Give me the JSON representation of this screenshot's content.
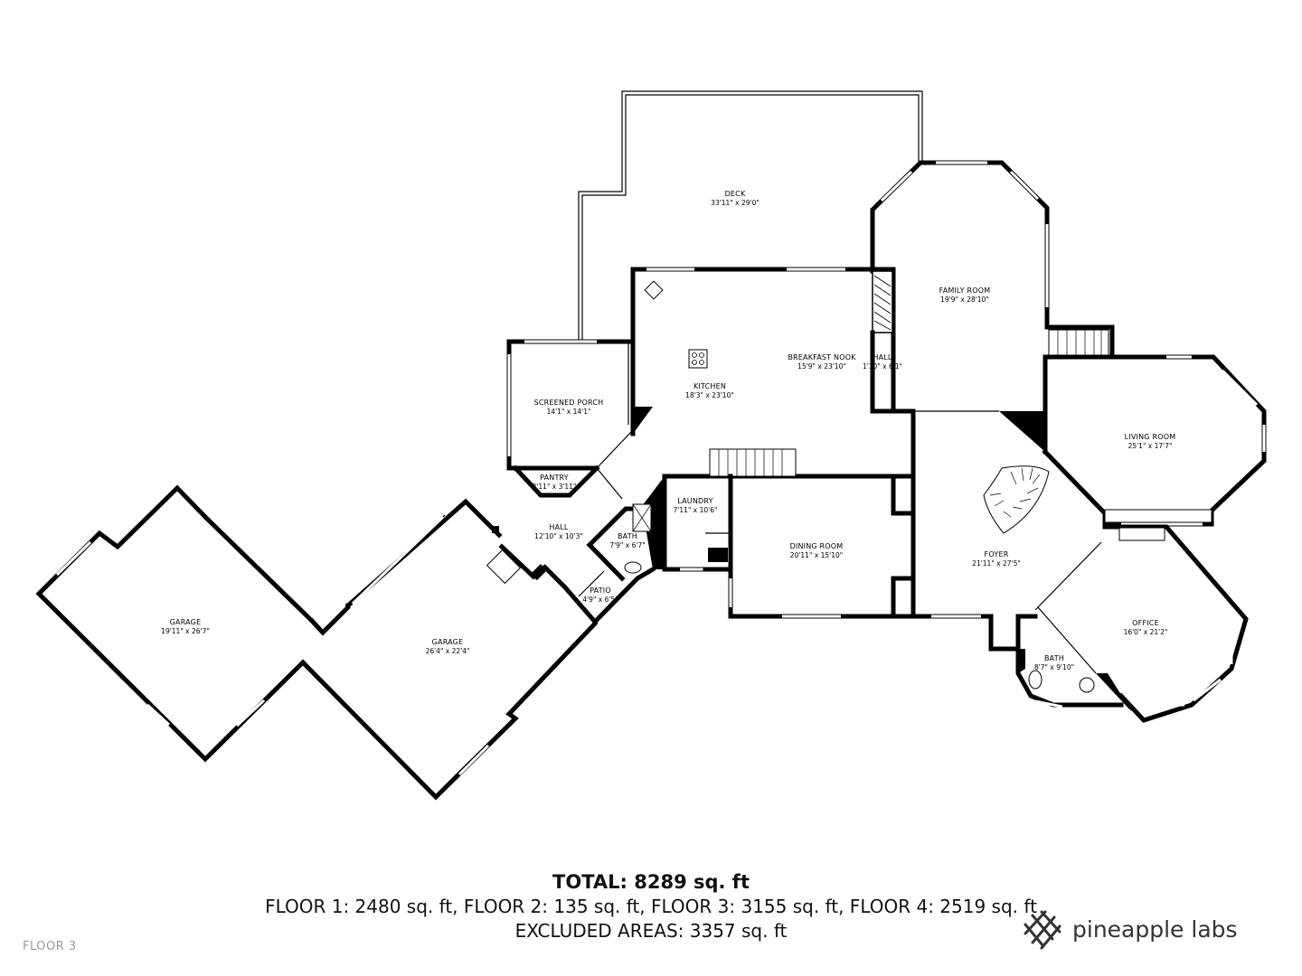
{
  "rooms": {
    "deck": {
      "name": "DECK",
      "dim": "33'11\" x 29'0\""
    },
    "family_room": {
      "name": "FAMILY ROOM",
      "dim": "19'9\" x 28'10\""
    },
    "breakfast_nook": {
      "name": "BREAKFAST NOOK",
      "dim": "15'9\" x 23'10\""
    },
    "hall_small": {
      "name": "HALL",
      "dim": "1'10\" x 6'1\""
    },
    "kitchen": {
      "name": "KITCHEN",
      "dim": "18'3\" x 23'10\""
    },
    "screened_porch": {
      "name": "SCREENED PORCH",
      "dim": "14'1\" x 14'1\""
    },
    "living_room": {
      "name": "LIVING ROOM",
      "dim": "25'1\" x 17'7\""
    },
    "pantry": {
      "name": "PANTRY",
      "dim": "3'11\" x 3'11\""
    },
    "laundry": {
      "name": "LAUNDRY",
      "dim": "7'11\" x 10'6\""
    },
    "hall": {
      "name": "HALL",
      "dim": "12'10\" x 10'3\""
    },
    "bath_left": {
      "name": "BATH",
      "dim": "7'9\" x 6'7\""
    },
    "dining_room": {
      "name": "DINING ROOM",
      "dim": "20'11\" x 15'10\""
    },
    "foyer": {
      "name": "FOYER",
      "dim": "21'11\" x 27'5\""
    },
    "patio": {
      "name": "PATIO",
      "dim": "4'9\" x 6'5\""
    },
    "garage_left": {
      "name": "GARAGE",
      "dim": "19'11\" x 26'7\""
    },
    "garage_right": {
      "name": "GARAGE",
      "dim": "26'4\" x 22'4\""
    },
    "office": {
      "name": "OFFICE",
      "dim": "16'0\" x 21'2\""
    },
    "bath_right": {
      "name": "BATH",
      "dim": "8'7\" x 9'10\""
    }
  },
  "summary": {
    "total": "TOTAL: 8289 sq. ft",
    "floors": "FLOOR 1: 2480 sq. ft, FLOOR 2: 135 sq. ft, FLOOR 3: 3155 sq. ft, FLOOR 4: 2519 sq. ft",
    "excluded": "EXCLUDED AREAS: 3357 sq. ft"
  },
  "floor_label": "FLOOR 3",
  "brand": {
    "name": "pineapple labs",
    "icon": "pineapple-lattice-logo"
  }
}
